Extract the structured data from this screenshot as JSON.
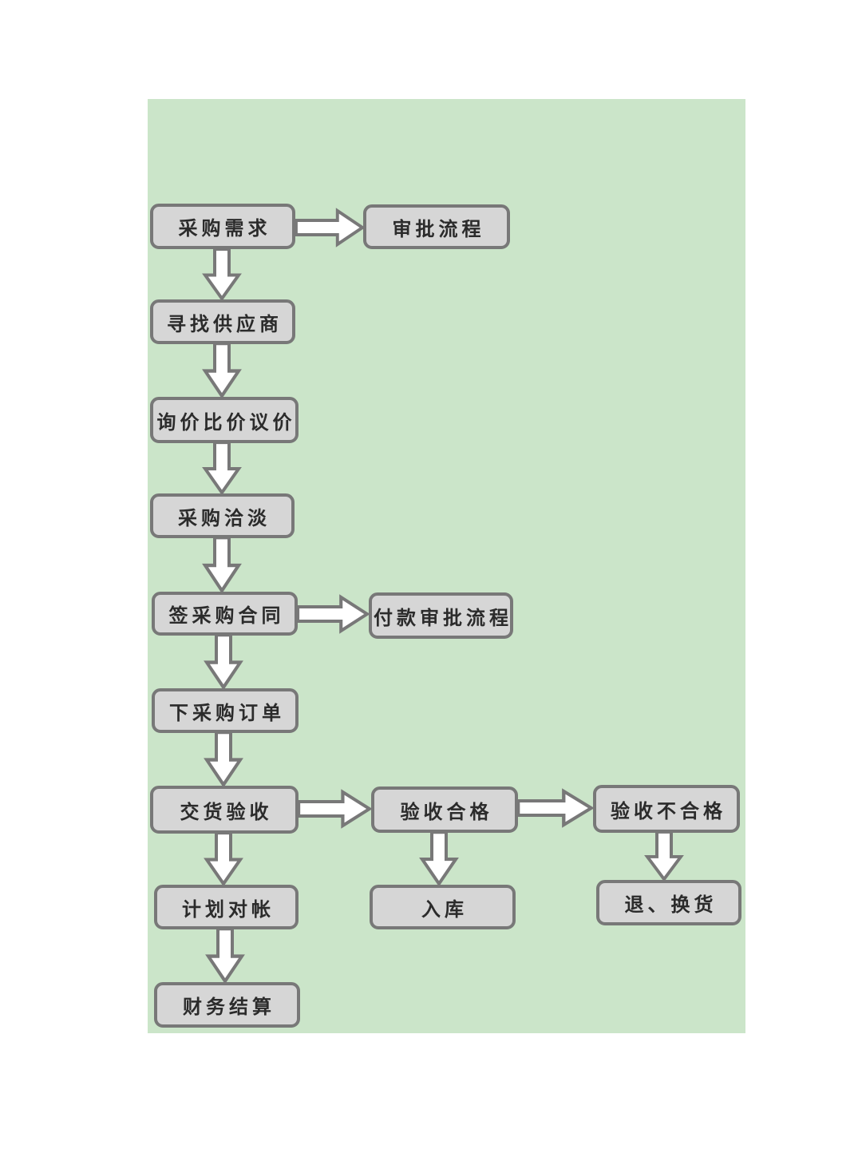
{
  "canvas": {
    "background": "#ffffff",
    "panel_background": "#cbe5c9"
  },
  "style": {
    "node_fill": "#d6d6d6",
    "node_border": "#787878",
    "arrow_fill": "#ffffff",
    "arrow_border": "#787878",
    "text_color": "#2b2b2b"
  },
  "flowchart": {
    "nodes": [
      {
        "id": "purchase-demand",
        "label": "采购需求"
      },
      {
        "id": "approval-process",
        "label": "审批流程"
      },
      {
        "id": "find-supplier",
        "label": "寻找供应商"
      },
      {
        "id": "inquiry-compare-negotiate-price",
        "label": "询价比价议价"
      },
      {
        "id": "purchase-negotiation",
        "label": "采购洽淡"
      },
      {
        "id": "sign-purchase-contract",
        "label": "签采购合同"
      },
      {
        "id": "payment-approval-process",
        "label": "付款审批流程"
      },
      {
        "id": "place-purchase-order",
        "label": "下采购订单"
      },
      {
        "id": "delivery-acceptance",
        "label": "交货验收"
      },
      {
        "id": "acceptance-passed",
        "label": "验收合格"
      },
      {
        "id": "acceptance-failed",
        "label": "验收不合格"
      },
      {
        "id": "plan-reconciliation",
        "label": "计划对帐"
      },
      {
        "id": "warehouse-in",
        "label": "入库"
      },
      {
        "id": "return-or-exchange",
        "label": "退、换货"
      },
      {
        "id": "financial-settlement",
        "label": "财务结算"
      }
    ],
    "edges": [
      {
        "from": "purchase-demand",
        "to": "approval-process",
        "direction": "right"
      },
      {
        "from": "purchase-demand",
        "to": "find-supplier",
        "direction": "down"
      },
      {
        "from": "find-supplier",
        "to": "inquiry-compare-negotiate-price",
        "direction": "down"
      },
      {
        "from": "inquiry-compare-negotiate-price",
        "to": "purchase-negotiation",
        "direction": "down"
      },
      {
        "from": "purchase-negotiation",
        "to": "sign-purchase-contract",
        "direction": "down"
      },
      {
        "from": "sign-purchase-contract",
        "to": "payment-approval-process",
        "direction": "right"
      },
      {
        "from": "sign-purchase-contract",
        "to": "place-purchase-order",
        "direction": "down"
      },
      {
        "from": "place-purchase-order",
        "to": "delivery-acceptance",
        "direction": "down"
      },
      {
        "from": "delivery-acceptance",
        "to": "acceptance-passed",
        "direction": "right"
      },
      {
        "from": "acceptance-passed",
        "to": "acceptance-failed",
        "direction": "right"
      },
      {
        "from": "delivery-acceptance",
        "to": "plan-reconciliation",
        "direction": "down"
      },
      {
        "from": "acceptance-passed",
        "to": "warehouse-in",
        "direction": "down"
      },
      {
        "from": "acceptance-failed",
        "to": "return-or-exchange",
        "direction": "down"
      },
      {
        "from": "plan-reconciliation",
        "to": "financial-settlement",
        "direction": "down"
      }
    ]
  }
}
